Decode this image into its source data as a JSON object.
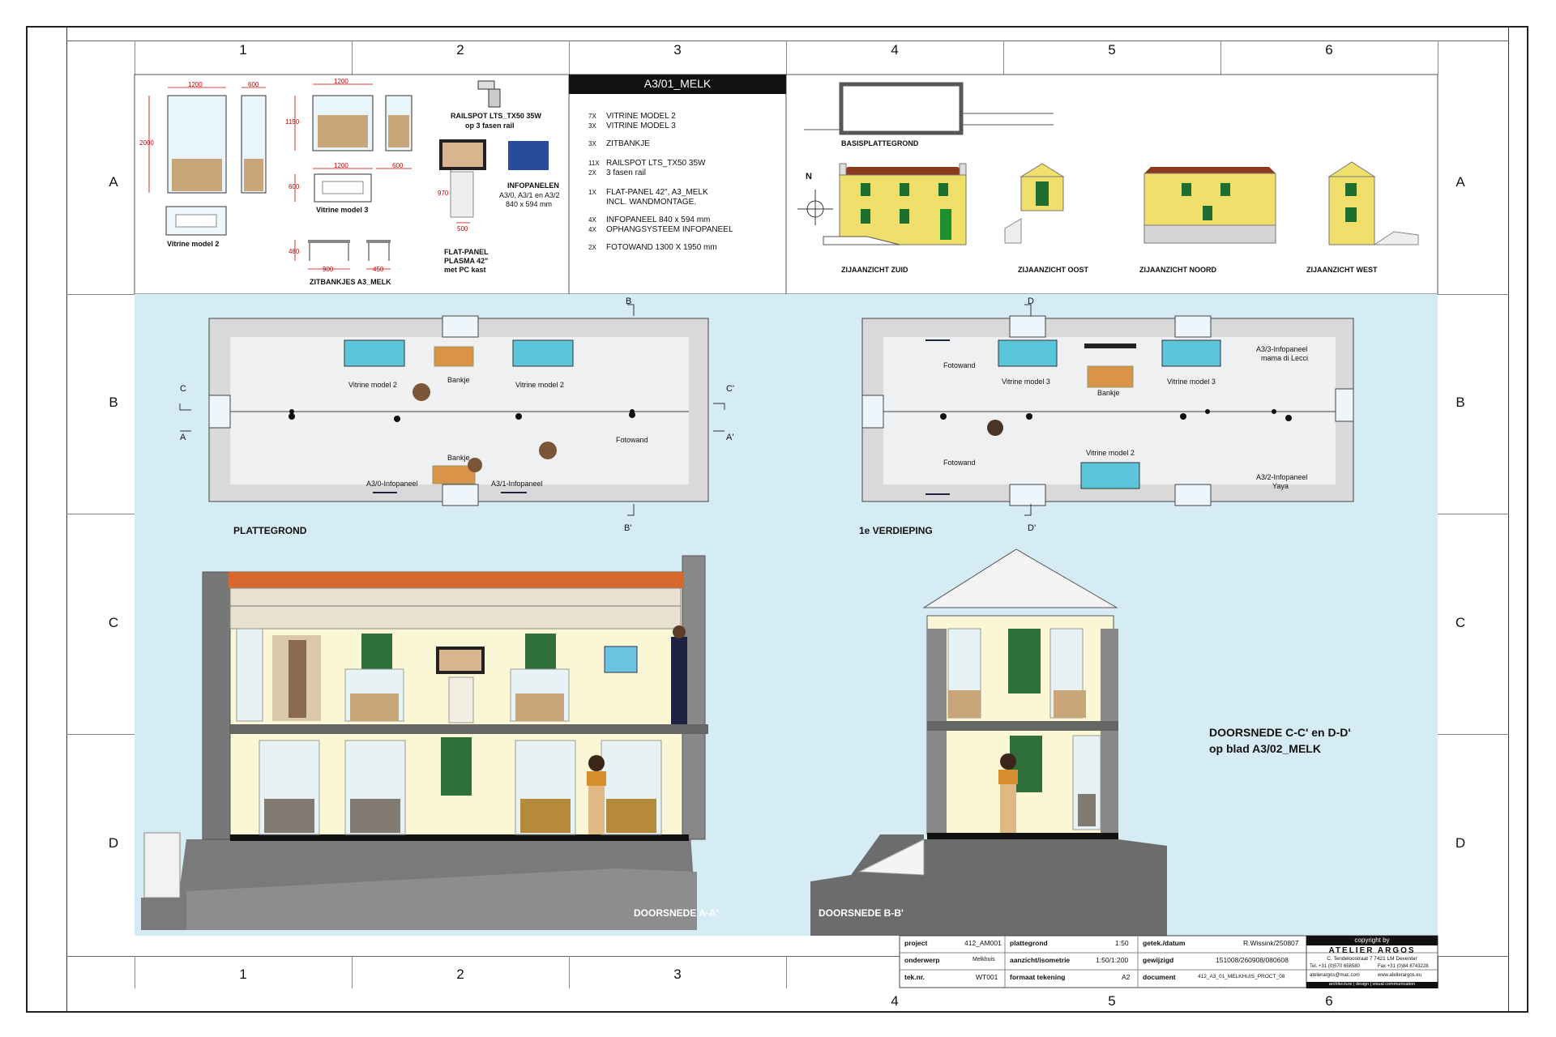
{
  "sheet_title": "A3/01_MELK",
  "grid": {
    "cols": [
      "1",
      "2",
      "3",
      "4",
      "5",
      "6"
    ],
    "rows": [
      "A",
      "B",
      "C",
      "D"
    ]
  },
  "legend": {
    "vitrine_model2": "Vitrine model 2",
    "vitrine_model3": "Vitrine model 3",
    "zitbankjes": "ZITBANKJES A3_MELK",
    "railspot_1": "RAILSPOT LTS_TX50 35W",
    "railspot_2": "op 3 fasen rail",
    "flatpanel_1": "FLAT-PANEL",
    "flatpanel_2": "PLASMA 42\"",
    "flatpanel_3": "met PC kast",
    "infopanelen_1": "INFOPANELEN",
    "infopanelen_2": "A3/0, A3/1 en A3/2",
    "infopanelen_3": "840 x 594 mm",
    "dims": {
      "d1200a": "1200",
      "d600a": "600",
      "d2000": "2000",
      "d1200b": "1200",
      "d1150": "1150",
      "d1200c": "1200",
      "d600b": "600",
      "d600c": "600",
      "d970": "970",
      "d500": "500",
      "d480": "480",
      "d900": "900",
      "d450": "450"
    }
  },
  "inventory": [
    {
      "qty": "7X",
      "text": "VITRINE MODEL 2"
    },
    {
      "qty": "3X",
      "text": "VITRINE MODEL 3"
    },
    {
      "qty": "3X",
      "text": "ZITBANKJE"
    },
    {
      "qty": "11X",
      "text": "RAILSPOT LTS_TX50 35W"
    },
    {
      "qty": "2X",
      "text": "3 fasen rail"
    },
    {
      "qty": "1X",
      "text": "FLAT-PANEL 42\", A3_MELK"
    },
    {
      "qty": "",
      "text": "INCL. WANDMONTAGE."
    },
    {
      "qty": "4X",
      "text": "INFOPANEEL 840 x 594 mm"
    },
    {
      "qty": "4X",
      "text": "OPHANGSYSTEEM INFOPANEEL"
    },
    {
      "qty": "2X",
      "text": "FOTOWAND 1300 X 1950 mm"
    }
  ],
  "elevations": {
    "basis": "BASISPLATTEGROND",
    "north": "N",
    "zuid": "ZIJAANZICHT ZUID",
    "oost": "ZIJAANZICHT OOST",
    "noord": "ZIJAANZICHT NOORD",
    "west": "ZIJAANZICHT WEST"
  },
  "plan_ground": {
    "title": "PLATTEGROND",
    "vitrine_l": "Vitrine model 2",
    "bankje_top": "Bankje",
    "vitrine_r": "Vitrine model 2",
    "fotowand": "Fotowand",
    "bankje_bot": "Bankje",
    "info0": "A3/0-Infopaneel",
    "info1": "A3/1-Infopaneel",
    "cut": {
      "A": "A",
      "A2": "A'",
      "B": "B",
      "B2": "B'",
      "C": "C",
      "C2": "C'"
    }
  },
  "plan_first": {
    "title": "1e VERDIEPING",
    "fotowand_top": "Fotowand",
    "vitrine_l": "Vitrine model 3",
    "bankje": "Bankje",
    "vitrine_r": "Vitrine model 3",
    "info3a": "A3/3-Infopaneel",
    "info3b": "mama di Lecci",
    "fotowand_bot": "Fotowand",
    "vitrine_bot": "Vitrine model 2",
    "info2a": "A3/2-Infopaneel",
    "info2b": "Yaya",
    "cut": {
      "D": "D",
      "D2": "D'"
    }
  },
  "sections": {
    "aa": "DOORSNEDE A-A'",
    "bb": "DOORSNEDE B-B'",
    "note1": "DOORSNEDE C-C' en D-D'",
    "note2": "op blad A3/02_MELK"
  },
  "titleblock": {
    "project_l": "project",
    "project_v": "412_AM001",
    "plattegrond_l": "plattegrond",
    "plattegrond_v": "1:50",
    "getek_l": "getek./datum",
    "getek_v": "R.Wissink/250807",
    "onderwerp_l": "onderwerp",
    "onderwerp_v": "Melkhuis",
    "aanzicht_l": "aanzicht/isometrie",
    "aanzicht_v": "1:50/1:200",
    "gewijzigd_l": "gewijzigd",
    "gewijzigd_v": "151008/260908/080608",
    "teknr_l": "tek.nr.",
    "teknr_v": "WT001",
    "formaat_l": "formaat tekening",
    "formaat_v": "A2",
    "document_l": "document",
    "document_v": "412_A3_01_MELKHUIS_PROCT_08",
    "copyright": "copyright by",
    "company": "ATELIER ARGOS",
    "address": "C. Tendeloostraat 7  7421 LM  Deventer",
    "tel": "Tel. +31 (0)570 658580",
    "fax": "Fax +31 (0)84 8743228",
    "email": "atelierargos@mac.com",
    "web": "www.atelierargos.eu",
    "tagline": "architecture  |  design  |  visual communication"
  }
}
